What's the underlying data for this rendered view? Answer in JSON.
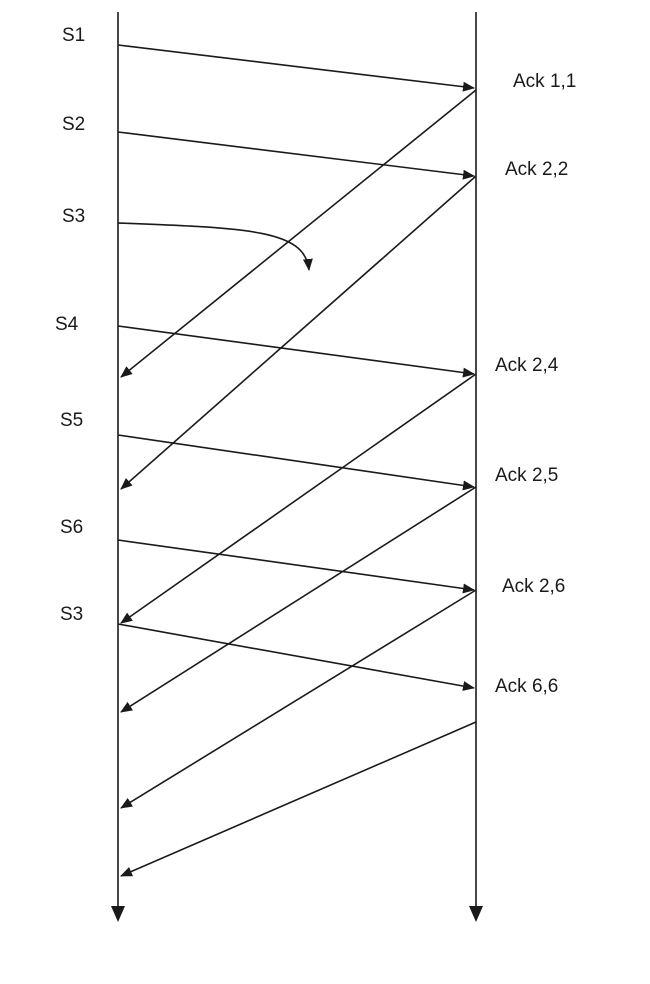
{
  "sender_labels": [
    "S1",
    "S2",
    "S3",
    "S4",
    "S5",
    "S6",
    "S3"
  ],
  "ack_labels": [
    "Ack 1,1",
    "Ack 2,2",
    "Ack 2,4",
    "Ack 2,5",
    "Ack 2,6",
    "Ack 6,6"
  ],
  "lost_segment": "S3",
  "colors": {
    "line": "#1a1a1a",
    "background": "#ffffff"
  }
}
